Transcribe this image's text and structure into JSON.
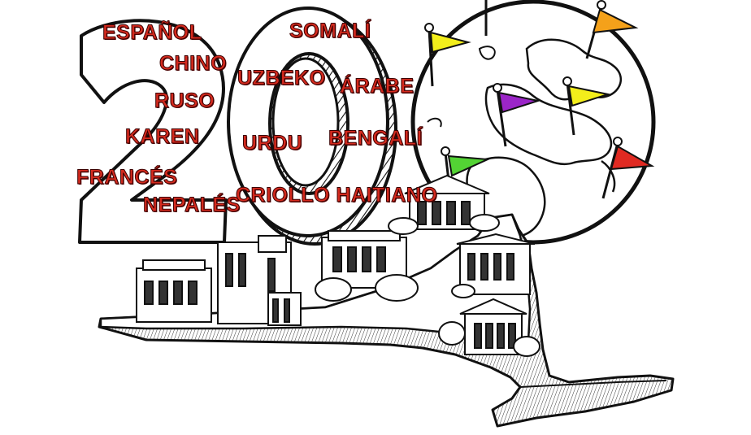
{
  "colors": {
    "word_red": "#d42a1e",
    "ink": "#111111",
    "flag_yellow": "#f3ee1b",
    "flag_orange": "#f4a11a",
    "flag_purple": "#9b25c8",
    "flag_green": "#53d334",
    "flag_red": "#e02a22"
  },
  "languages": [
    {
      "id": "espanol",
      "label": "ESPAÑOL"
    },
    {
      "id": "chino",
      "label": "CHINO"
    },
    {
      "id": "ruso",
      "label": "RUSO"
    },
    {
      "id": "karen",
      "label": "KAREN"
    },
    {
      "id": "frances",
      "label": "FRANCÉS"
    },
    {
      "id": "nepales",
      "label": "NEPALÉS"
    },
    {
      "id": "somali",
      "label": "SOMALÍ"
    },
    {
      "id": "uzbeko",
      "label": "UZBEKO"
    },
    {
      "id": "arabe",
      "label": "ÁRABE"
    },
    {
      "id": "urdu",
      "label": "URDU"
    },
    {
      "id": "bengali",
      "label": "BENGALÍ"
    },
    {
      "id": "criollo",
      "label": "CRIOLLO HAITIANO"
    }
  ],
  "flags": [
    {
      "id": "flag-yellow-1",
      "color": "#f3ee1b"
    },
    {
      "id": "flag-orange",
      "color": "#f4a11a"
    },
    {
      "id": "flag-purple",
      "color": "#9b25c8"
    },
    {
      "id": "flag-yellow-2",
      "color": "#f3ee1b"
    },
    {
      "id": "flag-green",
      "color": "#53d334"
    },
    {
      "id": "flag-red",
      "color": "#e02a22"
    }
  ]
}
